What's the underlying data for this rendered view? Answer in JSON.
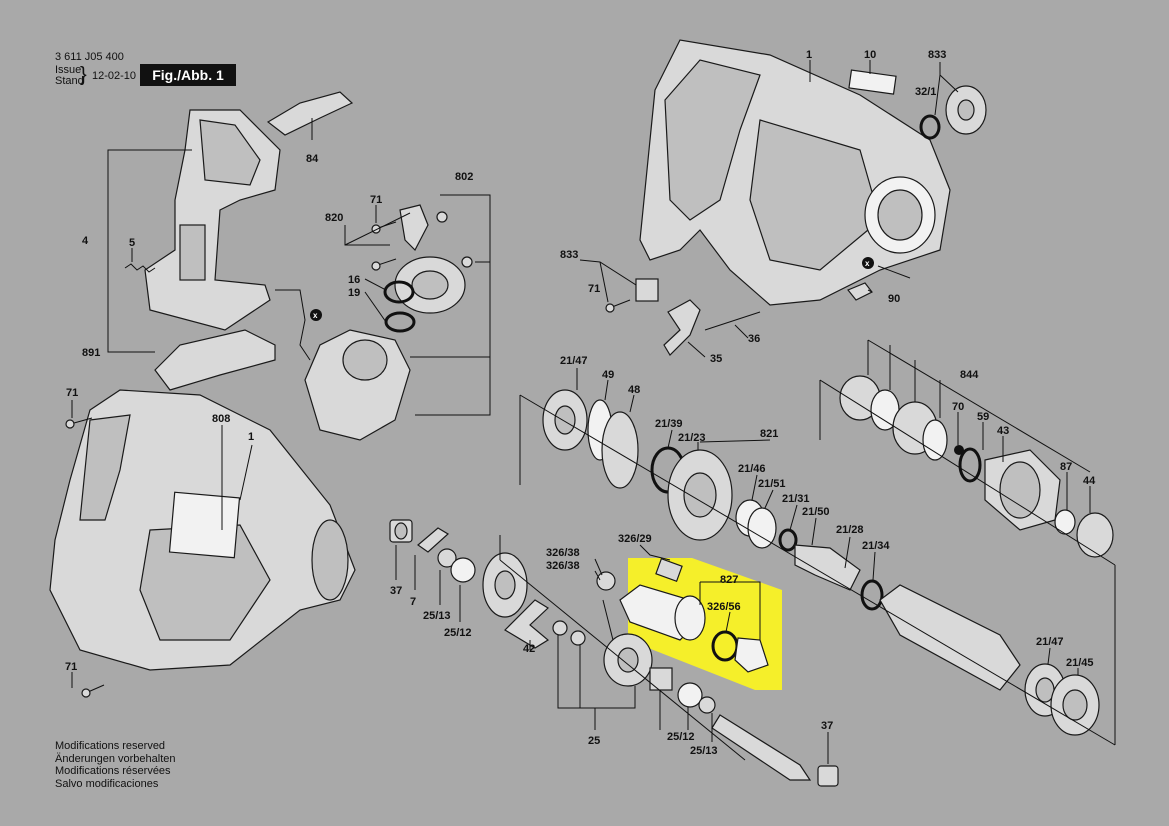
{
  "header": {
    "doc_number": "3 611 J05 400",
    "issue_label": "Issue",
    "stand_label": "Stand",
    "issue_date": "12-02-10",
    "figure": "Fig./Abb. 1"
  },
  "footer": {
    "notes": [
      "Modifications reserved",
      "Änderungen vorbehalten",
      "Modifications réservées",
      "Salvo modificaciones"
    ]
  },
  "colors": {
    "highlight": "#f5ef2a",
    "background": "#a9a9a9",
    "line": "#111111"
  },
  "callouts": {
    "c1_top": "1",
    "c10": "10",
    "c833_top": "833",
    "c32_1": "32/1",
    "c84": "84",
    "c4": "4",
    "c5": "5",
    "c891": "891",
    "c802": "802",
    "c71_mid": "71",
    "c820": "820",
    "c16": "16",
    "c19": "19",
    "c833_mid": "833",
    "c71_833": "71",
    "c90": "90",
    "c36": "36",
    "c35": "35",
    "c71_left": "71",
    "c808": "808",
    "c1_left": "1",
    "c21_47_top": "21/47",
    "c49": "49",
    "c48": "48",
    "c21_39": "21/39",
    "c21_23": "21/23",
    "c821": "821",
    "c21_46": "21/46",
    "c21_51": "21/51",
    "c21_31": "21/31",
    "c21_50": "21/50",
    "c21_28": "21/28",
    "c21_34": "21/34",
    "c844": "844",
    "c70": "70",
    "c59": "59",
    "c43": "43",
    "c87": "87",
    "c44": "44",
    "c326_29": "326/29",
    "c326_38a": "326/38",
    "c326_38b": "326/38",
    "c827": "827",
    "c326_56": "326/56",
    "c37_left": "37",
    "c7": "7",
    "c25_13_left": "25/13",
    "c25_12_left": "25/12",
    "c42": "42",
    "c25": "25",
    "c25_12_bot": "25/12",
    "c25_13_bot": "25/13",
    "c37_bot": "37",
    "c71_bottom": "71",
    "c21_47_bot": "21/47",
    "c21_45": "21/45"
  },
  "icons": {
    "marker": "x-marker-icon"
  }
}
